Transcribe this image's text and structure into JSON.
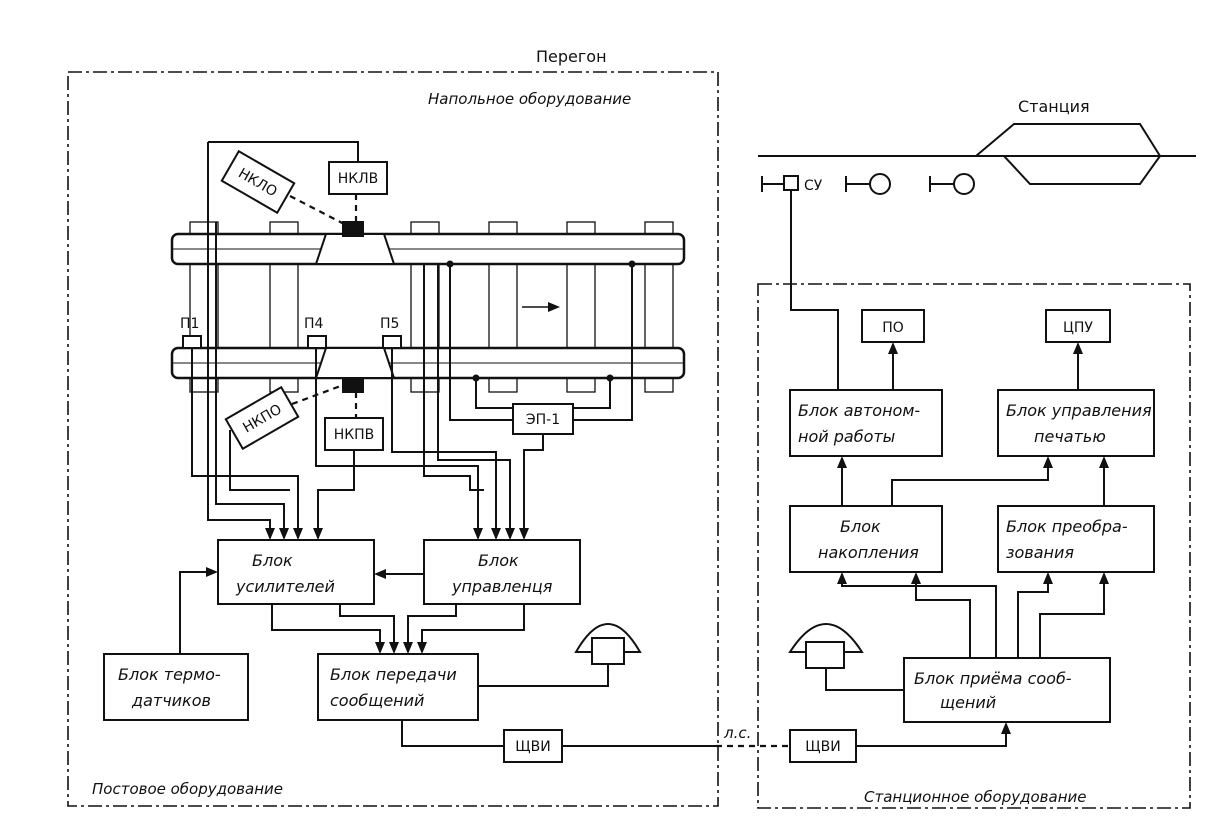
{
  "labels": {
    "peregon": "Перегон",
    "napolnoe": "Напольное оборудование",
    "postovoe": "Постовое оборудование",
    "stancia": "Станция",
    "stancionnoe": "Станционное оборудование",
    "su": "СУ",
    "ls": "л.с."
  },
  "blocks": {
    "nklo": "НКЛО",
    "nklv": "НКЛВ",
    "nkpo": "НКПО",
    "nkpv": "НКПВ",
    "p1": "П1",
    "p4": "П4",
    "p5": "П5",
    "ep1": "ЭП-1",
    "usil_1": "Блок",
    "usil_2": "усилителей",
    "upr_1": "Блок",
    "upr_2": "управленця",
    "termo_1": "Блок термо-",
    "termo_2": "датчиков",
    "peredachi_1": "Блок передачи",
    "peredachi_2": "сообщений",
    "shvi_left": "ЩВИ",
    "shvi_right": "ЩВИ",
    "po": "ПО",
    "cpu": "ЦПУ",
    "avton_1": "Блок автоном-",
    "avton_2": "ной работы",
    "pechat_1": "Блок управления",
    "pechat_2": "печатью",
    "nakop_1": "Блок",
    "nakop_2": "накопления",
    "preobr_1": "Блок преобра-",
    "preobr_2": "зования",
    "priema_1": "Блок приёма сооб-",
    "priema_2": "щений"
  }
}
